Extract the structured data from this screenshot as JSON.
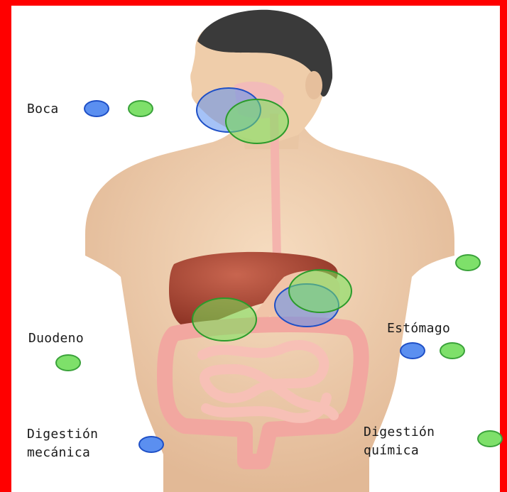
{
  "colors": {
    "border": "#ff0000",
    "marker_blue": "#5b8ff0",
    "marker_green": "#7ee06a",
    "skin": "#eecfae",
    "hair": "#3a3a3a"
  },
  "labels": {
    "boca": "Boca",
    "duodeno": "Duodeno",
    "estomago": "Estómago",
    "mecanica_line1": "Digestión",
    "mecanica_line2": "mecánica",
    "quimica_line1": "Digestión",
    "quimica_line2": "química"
  },
  "marker_colors": {
    "mechanical": "blue",
    "chemical": "green"
  }
}
